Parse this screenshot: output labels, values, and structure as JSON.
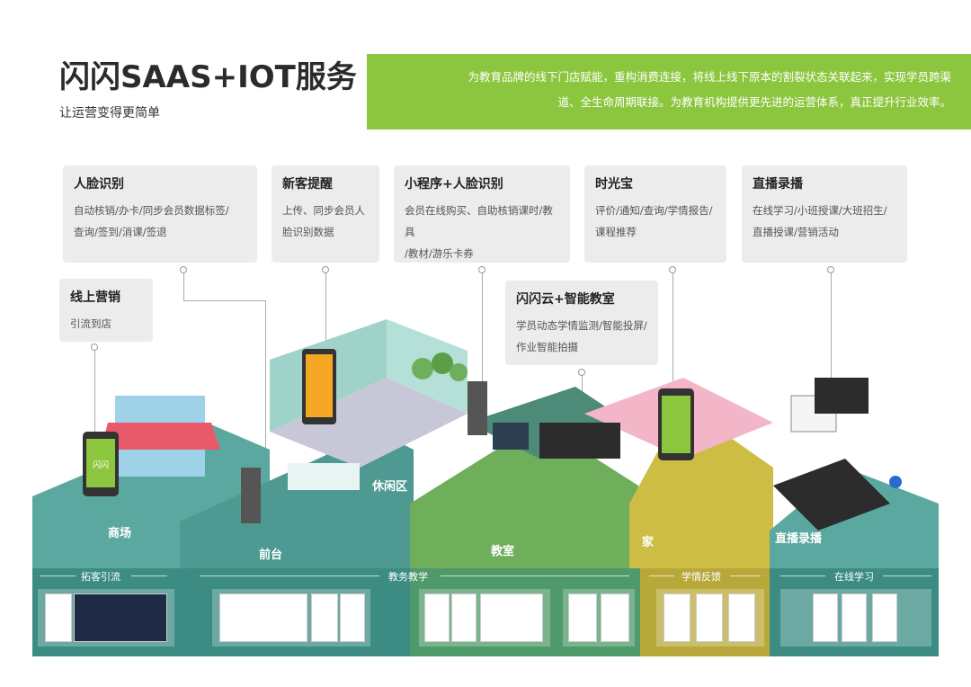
{
  "header": {
    "title": "闪闪SAAS+IOT服务",
    "subtitle": "让运营变得更简单",
    "banner_line1": "为教育品牌的线下门店赋能，重构消费连接，将线上线下原本的割裂状态关联起来，实现学员跨渠",
    "banner_line2": "道、全生命周期联接。为教育机构提供更先进的运营体系，真正提升行业效率。"
  },
  "cards": {
    "face": {
      "title": "人脸识别",
      "line1": "自动核销/办卡/同步会员数据标签/",
      "line2": "查询/签到/消课/签退"
    },
    "newcust": {
      "title": "新客提醒",
      "line1": "上传、同步会员人",
      "line2": "脸识别数据"
    },
    "miniapp": {
      "title": "小程序+人脸识别",
      "line1": "会员在线购买、自助核销课时/教具",
      "line2": "/教材/游乐卡券"
    },
    "timebank": {
      "title": "时光宝",
      "line1": "评价/通知/查询/学情报告/",
      "line2": "课程推荐"
    },
    "live": {
      "title": "直播录播",
      "line1": "在线学习/小班授课/大班招生/",
      "line2": "直播授课/营销活动"
    },
    "online": {
      "title": "线上营销",
      "line1": "引流到店"
    },
    "cloud": {
      "title": "闪闪云+智能教室",
      "line1": "学员动态学情监测/智能投屏/",
      "line2": "作业智能拍摄"
    }
  },
  "scene": {
    "zones": {
      "mall": "商场",
      "front": "前台",
      "lounge": "休闲区",
      "classroom": "教室",
      "home": "家",
      "live": "直播录播"
    },
    "phone_logo": "闪闪"
  },
  "bottom": {
    "band1": "拓客引流",
    "band2": "教务教学",
    "band3": "学情反馈",
    "band4": "在线学习"
  },
  "colors": {
    "green": "#8cc63f",
    "teal_dark": "#3c8c84",
    "teal_mid": "#5aa89f",
    "classroom_green": "#6fae5a",
    "home_yellow": "#cdbd45"
  }
}
